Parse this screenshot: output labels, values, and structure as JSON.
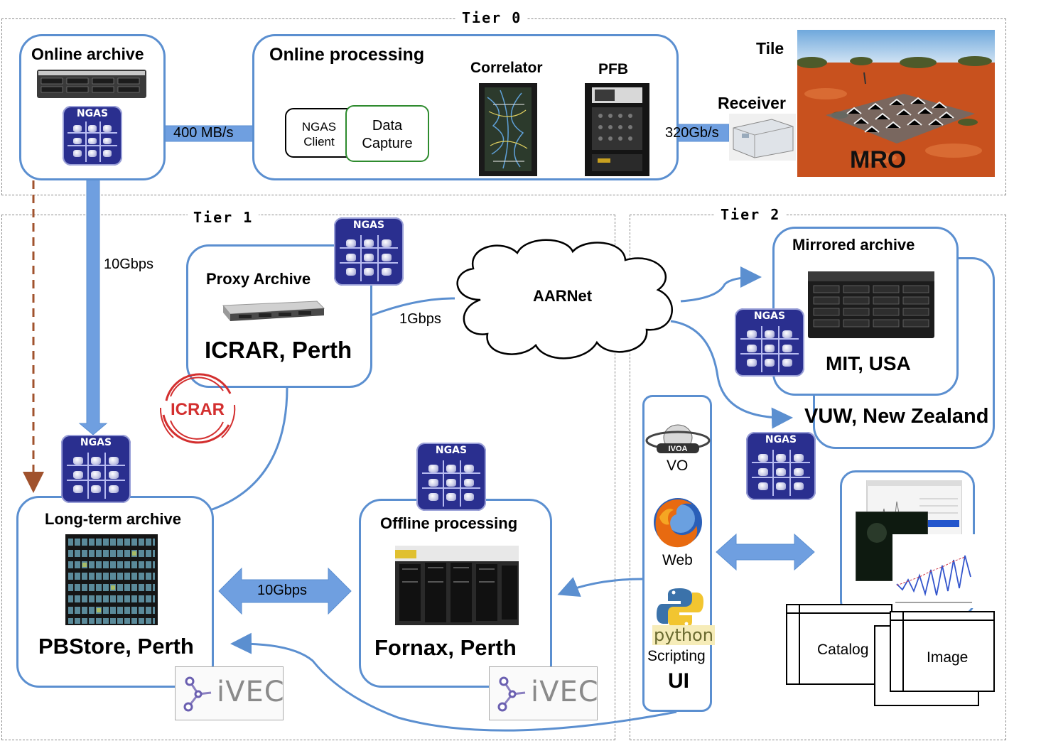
{
  "tiers": {
    "tier0": "Tier 0",
    "tier1": "Tier 1",
    "tier2": "Tier 2"
  },
  "tier0": {
    "online_archive": {
      "title": "Online archive"
    },
    "online_processing": {
      "title": "Online processing",
      "ngas_client": "NGAS Client",
      "data_capture": "Data Capture"
    },
    "correlator": "Correlator",
    "pfb": "PFB",
    "tile": "Tile",
    "receiver": "Receiver",
    "mro": "MRO",
    "link_400": "400 MB/s",
    "link_320": "320Gb/s"
  },
  "tier1": {
    "link_10gbps_vertical": "10Gbps",
    "proxy_archive": {
      "title": "Proxy Archive",
      "location": "ICRAR, Perth"
    },
    "icrar_logo": "ICRAR",
    "link_1gbps": "1Gbps",
    "aarnet": "AARNet",
    "long_term_archive": {
      "title": "Long-term archive",
      "location": "PBStore, Perth"
    },
    "link_10gbps_horizontal": "10Gbps",
    "offline_processing": {
      "title": "Offline processing",
      "location": "Fornax, Perth"
    },
    "ivec_label": "iVEC"
  },
  "tier2": {
    "mirrored_archive": {
      "title": "Mirrored archive",
      "location": "MIT, USA"
    },
    "vuw": "VUW, New Zealand",
    "ui": {
      "vo": "VO",
      "ivoa": "IVOA",
      "web": "Web",
      "python": "python",
      "scripting": "Scripting",
      "ui": "UI"
    },
    "catalog": "Catalog",
    "image": "Image"
  },
  "ngas_label": "NGAS",
  "colors": {
    "box_border": "#5b8fd0",
    "arrow_fill": "#6f9fe0",
    "ngas_bg": "#2a2f8f",
    "data_capture_border": "#2e8b2e",
    "dashed_arrow": "#a0522d",
    "icrar_red": "#d32f2f"
  }
}
